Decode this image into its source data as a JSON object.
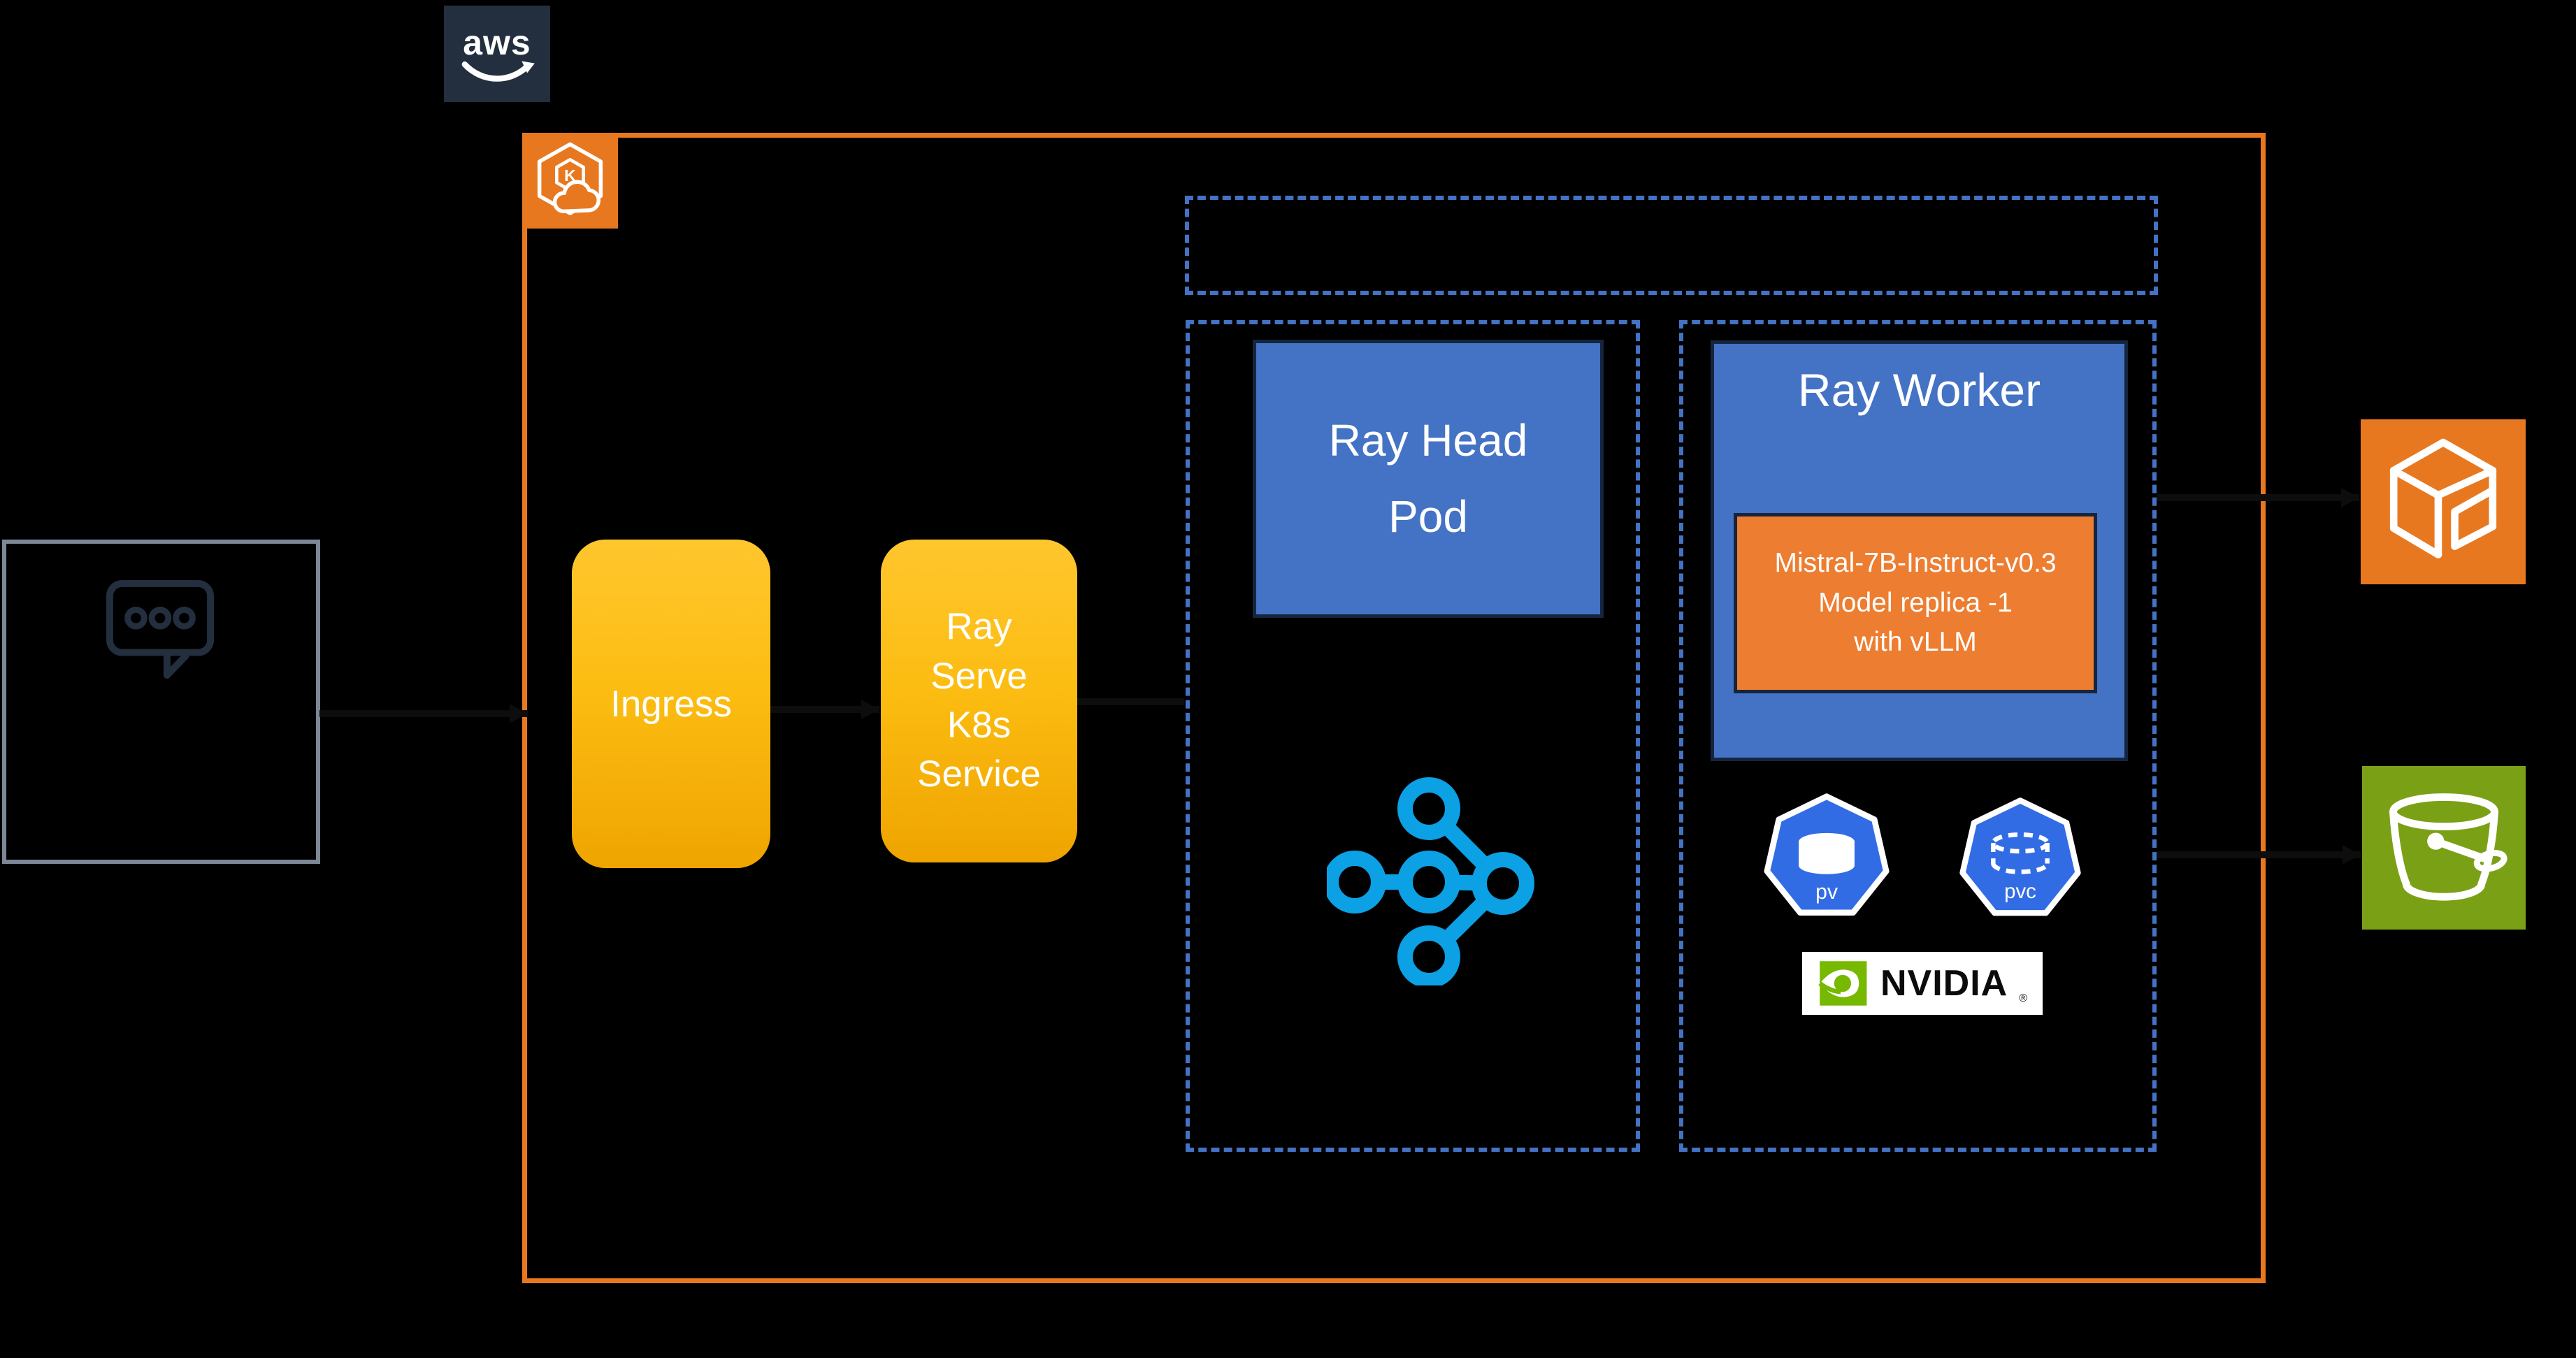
{
  "header": {
    "aws_logo_text": "aws"
  },
  "cluster": {
    "eks_icon_letter": "K",
    "ingress_label": "Ingress",
    "ray_serve_label": "Ray\nServe\nK8s\nService",
    "ray_head_label": "Ray Head\nPod",
    "ray_worker_title": "Ray Worker",
    "mistral_label": "Mistral-7B-Instruct-v0.3\nModel replica -1\nwith vLLM",
    "pv_label": "pv",
    "pvc_label": "pvc"
  },
  "badges": {
    "nvidia_label": "NVIDIA",
    "nvidia_reg_mark": "®"
  },
  "colors": {
    "background": "#000000",
    "aws_navy": "#232F3E",
    "eks_orange": "#E8781F",
    "namespace_dashed_blue": "#4472C4",
    "pod_blue": "#4472C4",
    "pod_border_navy": "#16253E",
    "mistral_orange": "#ED7D31",
    "gold_top": "#FFC62E",
    "gold_bottom": "#EFA400",
    "ray_logo_blue": "#0CA0E4",
    "kubernetes_blue": "#326CE5",
    "nvidia_green": "#76B900",
    "s3_green": "#7AA116",
    "client_border_gray": "#7D8897"
  }
}
